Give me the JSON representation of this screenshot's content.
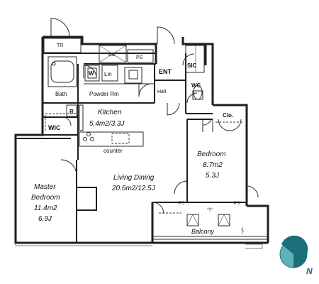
{
  "labels": {
    "tr": "TR",
    "mb": "MB",
    "ps1": "PS",
    "ent": "ENT",
    "sic": "SIC",
    "w": "W",
    "lin": "Lin",
    "hall": "Hall",
    "wc": "WC",
    "bath": "Bath",
    "powder": "Powder Rm",
    "r": "R",
    "kitchen_name": "Kitchen",
    "kitchen_area": "5.4m2/3.3J",
    "clo": "Clo.",
    "wic": "WIC",
    "counter": "counter",
    "bedroom_name": "Bedroom",
    "bedroom_area_m2": "8.7m2",
    "bedroom_area_j": "5.3J",
    "living_name": "Living Dining",
    "living_area": "20.6m2/12.5J",
    "master_line1": "Master",
    "master_line2": "Bedroom",
    "master_area_m2": "11.4m2",
    "master_area_j": "6.9J",
    "ps2": "PS",
    "ps3": "PS",
    "balcony": "Balcony",
    "north": "N"
  },
  "colors": {
    "wall": "#1f1f1f",
    "compass_dark": "#1a6f78",
    "compass_light": "#5fb3b8"
  }
}
